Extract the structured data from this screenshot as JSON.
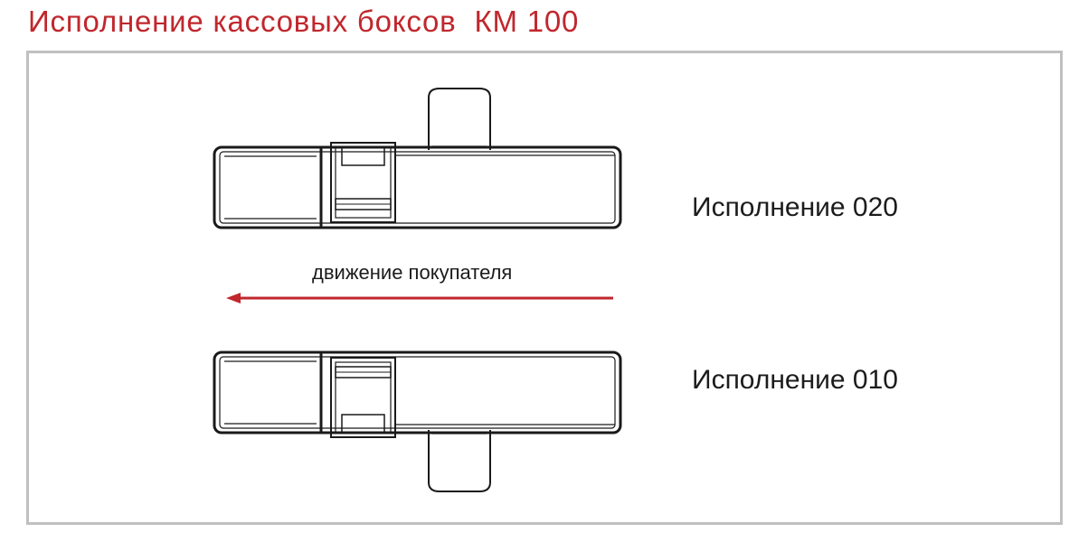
{
  "title": "Исполнение кассовых боксов  КМ 100",
  "variants": [
    {
      "label": "Исполнение 020"
    },
    {
      "label": "Исполнение 010"
    }
  ],
  "direction_label": "движение покупателя",
  "colors": {
    "title": "#c0272d",
    "arrow": "#c0272d",
    "outline": "#1a1a1a",
    "frame": "#c0c0c0"
  }
}
